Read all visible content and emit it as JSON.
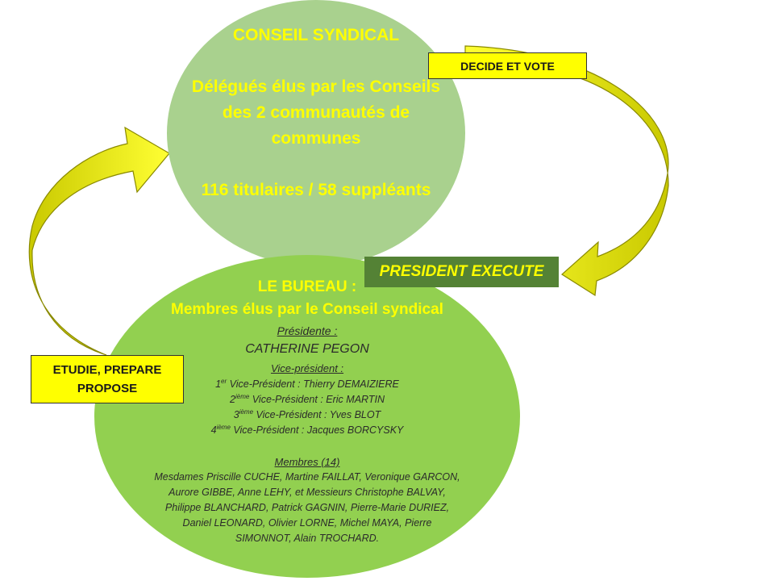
{
  "conseil": {
    "title": "CONSEIL SYNDICAL",
    "subtitle_line1": "Délégués élus par les Conseils",
    "subtitle_line2": "des 2 communautés de",
    "subtitle_line3": "communes",
    "members": "116 titulaires / 58 suppléants"
  },
  "labels": {
    "decide": "DECIDE ET VOTE",
    "president": "PRESIDENT EXECUTE",
    "etudie_line1": "ETUDIE, PREPARE",
    "etudie_line2": "PROPOSE"
  },
  "bureau": {
    "title": "LE BUREAU :",
    "subtitle": "Membres élus par le Conseil syndical",
    "presidente_label": "Présidente :",
    "presidente_name": "CATHERINE  PEGON",
    "vp_label": "Vice-président :",
    "vp": [
      {
        "num": "1",
        "sup": "er",
        "text": " Vice-Président : Thierry DEMAIZIERE"
      },
      {
        "num": "2",
        "sup": "ième",
        "text": " Vice-Président : Eric MARTIN"
      },
      {
        "num": "3",
        "sup": "ième",
        "text": " Vice-Président : Yves BLOT"
      },
      {
        "num": "4",
        "sup": "ième",
        "text": " Vice-Président : Jacques BORCYSKY"
      }
    ],
    "members_label": "Membres (14)",
    "members_lines": [
      "Mesdames Priscille CUCHE, Martine FAILLAT, Veronique GARCON,",
      "Aurore  GIBBE, Anne LEHY, et Messieurs Christophe BALVAY,",
      "Philippe BLANCHARD,  Patrick GAGNIN, Pierre-Marie DURIEZ,",
      "Daniel LEONARD, Olivier LORNE,  Michel MAYA, Pierre",
      "SIMONNOT,  Alain TROCHARD."
    ]
  },
  "colors": {
    "conseil_fill": "#a9d18e",
    "bureau_fill": "#92d050",
    "arrow_fill": "#d4d400",
    "arrow_highlight": "#ffff33",
    "label_fill": "#ffff00",
    "president_fill": "#548235"
  }
}
